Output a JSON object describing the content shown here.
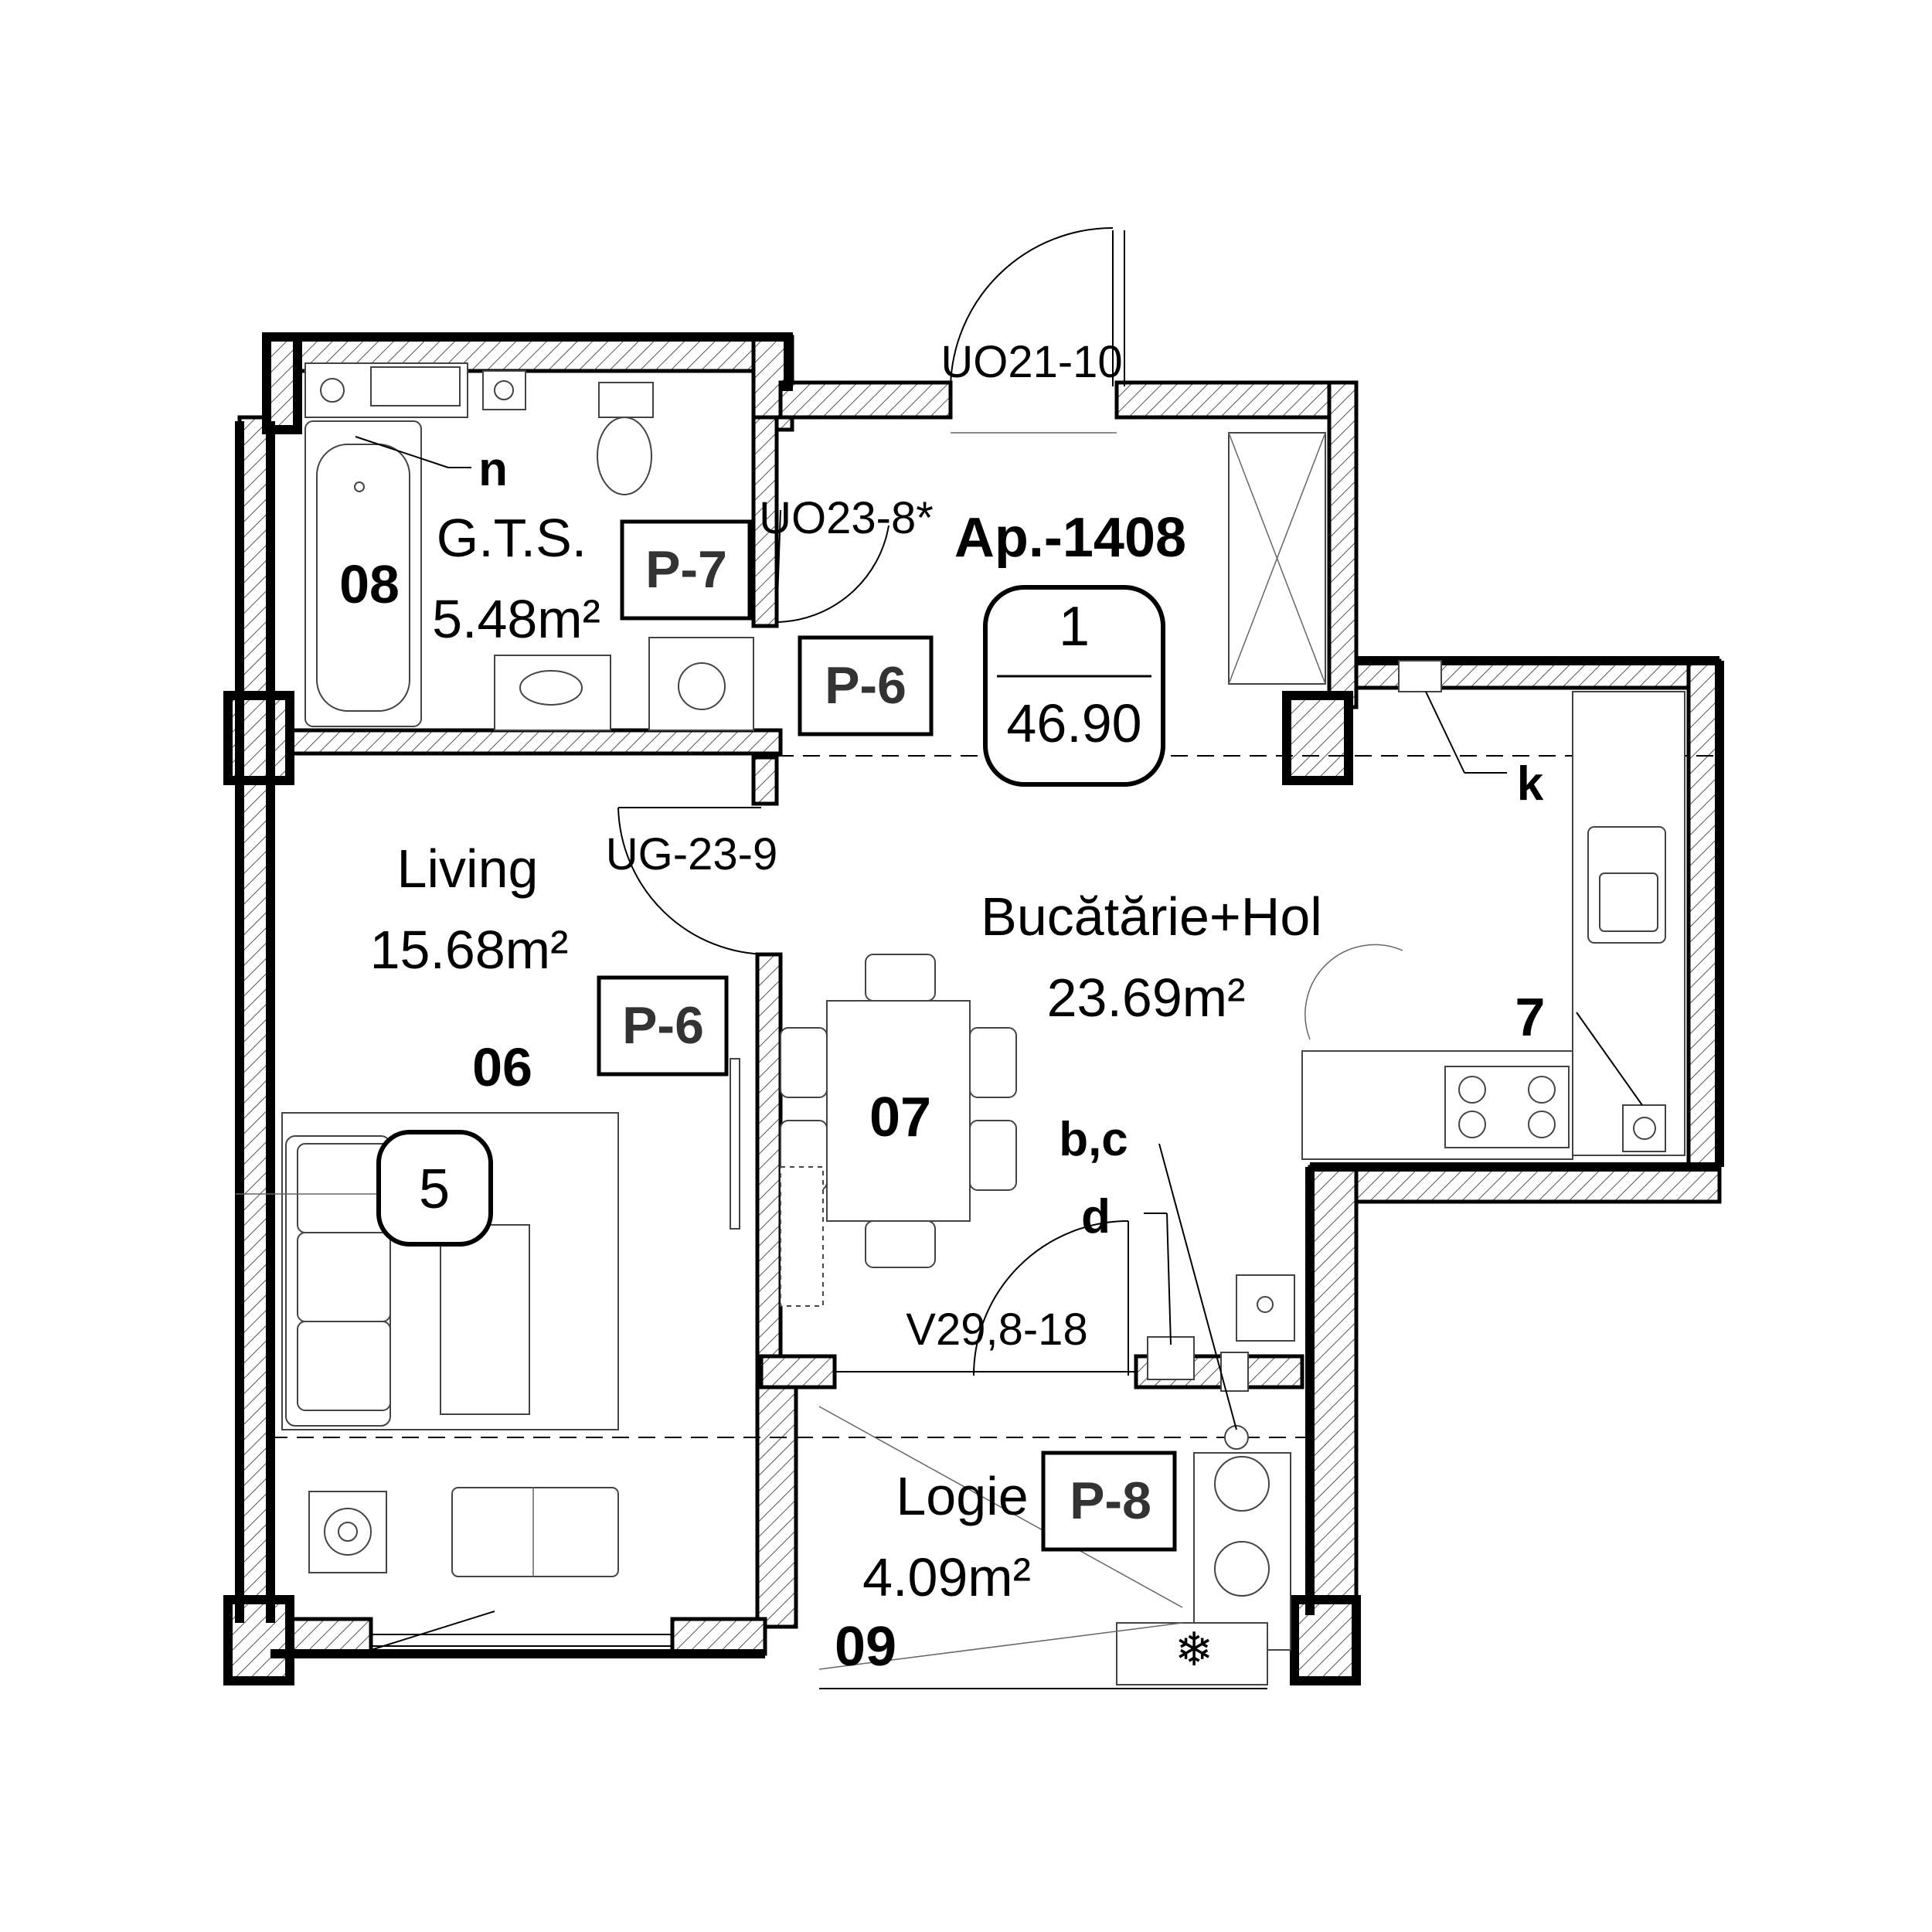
{
  "apartment": {
    "code": "Ap.-1408",
    "rooms": "1",
    "area": "46.90"
  },
  "rooms": [
    {
      "id": "08",
      "name": "G.T.S.",
      "area": "5.48m²",
      "finish": "P-7"
    },
    {
      "id": "06",
      "name": "Living",
      "area": "15.68m²",
      "finish": "P-6"
    },
    {
      "id": "07",
      "name": "Bucătărie+Hol",
      "area": "23.69m²",
      "finish": "P-6"
    },
    {
      "id": "09",
      "name": "Logie",
      "area": "4.09m²",
      "finish": "P-8"
    }
  ],
  "doors": [
    "UO21-10",
    "UO23-8*",
    "UG-23-9",
    "V29,8-18"
  ],
  "markers": {
    "n": "n",
    "k": "k",
    "seven": "7",
    "bc": "b,c",
    "d": "d",
    "five": "5"
  }
}
